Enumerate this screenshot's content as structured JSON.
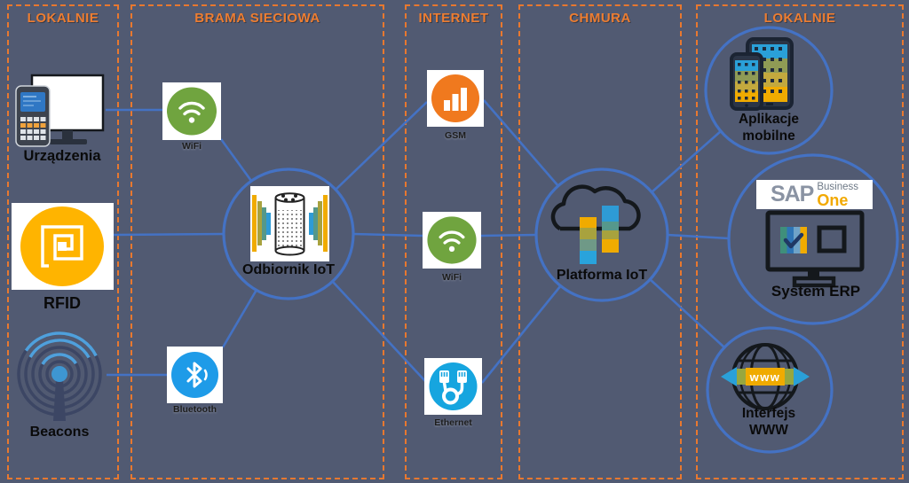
{
  "columns": [
    {
      "id": "lokalnie-left",
      "label": "LOKALNIE"
    },
    {
      "id": "brama-sieciowa",
      "label": "BRAMA SIECIOWA"
    },
    {
      "id": "internet",
      "label": "INTERNET"
    },
    {
      "id": "chmura",
      "label": "CHMURA"
    },
    {
      "id": "lokalnie-right",
      "label": "LOKALNIE"
    }
  ],
  "nodes": {
    "urzadzenia": {
      "label": "Urządzenia",
      "icon": "device-terminal-icon"
    },
    "rfid": {
      "label": "RFID",
      "icon": "rfid-tag-icon"
    },
    "beacons": {
      "label": "Beacons",
      "icon": "beacon-signal-icon"
    },
    "wifi_gateway": {
      "label": "WiFi",
      "icon": "wifi-icon"
    },
    "odbiornik": {
      "label": "Odbiornik IoT",
      "icon": "smart-speaker-icon"
    },
    "bluetooth": {
      "label": "Bluetooth",
      "icon": "bluetooth-icon"
    },
    "gsm": {
      "label": "GSM",
      "icon": "signal-bars-icon"
    },
    "wifi_internet": {
      "label": "WiFi",
      "icon": "wifi-icon"
    },
    "ethernet": {
      "label": "Ethernet",
      "icon": "ethernet-cable-icon"
    },
    "platforma": {
      "label": "Platforma IoT",
      "icon": "cloud-platform-icon"
    },
    "aplikacje": {
      "label_line1": "Aplikacje",
      "label_line2": "mobilne",
      "icon": "mobile-devices-icon"
    },
    "erp": {
      "label": "System ERP",
      "icon": "erp-monitor-icon",
      "logo": {
        "sap": "SAP",
        "business": "Business",
        "one": "One"
      }
    },
    "www": {
      "label_line1": "Interfejs",
      "label_line2": "WWW",
      "banner_text": "www",
      "icon": "globe-www-icon"
    }
  },
  "colors": {
    "background": "#515A72",
    "column_border_orange": "#E8782F",
    "header_orange": "#ED7D31",
    "connector_blue": "#4472C4",
    "wifi_green": "#70A43F",
    "bluetooth_blue": "#1E9BE8",
    "ethernet_blue": "#16A5DF",
    "gsm_orange": "#F0791E",
    "rfid_yellow": "#FFB400",
    "sap_one_orange": "#F2A900",
    "bar_yellow": "#F0AB00",
    "bar_olive": "#A8A23E",
    "bar_teal": "#55988A",
    "bar_blue": "#2E9BD6"
  }
}
